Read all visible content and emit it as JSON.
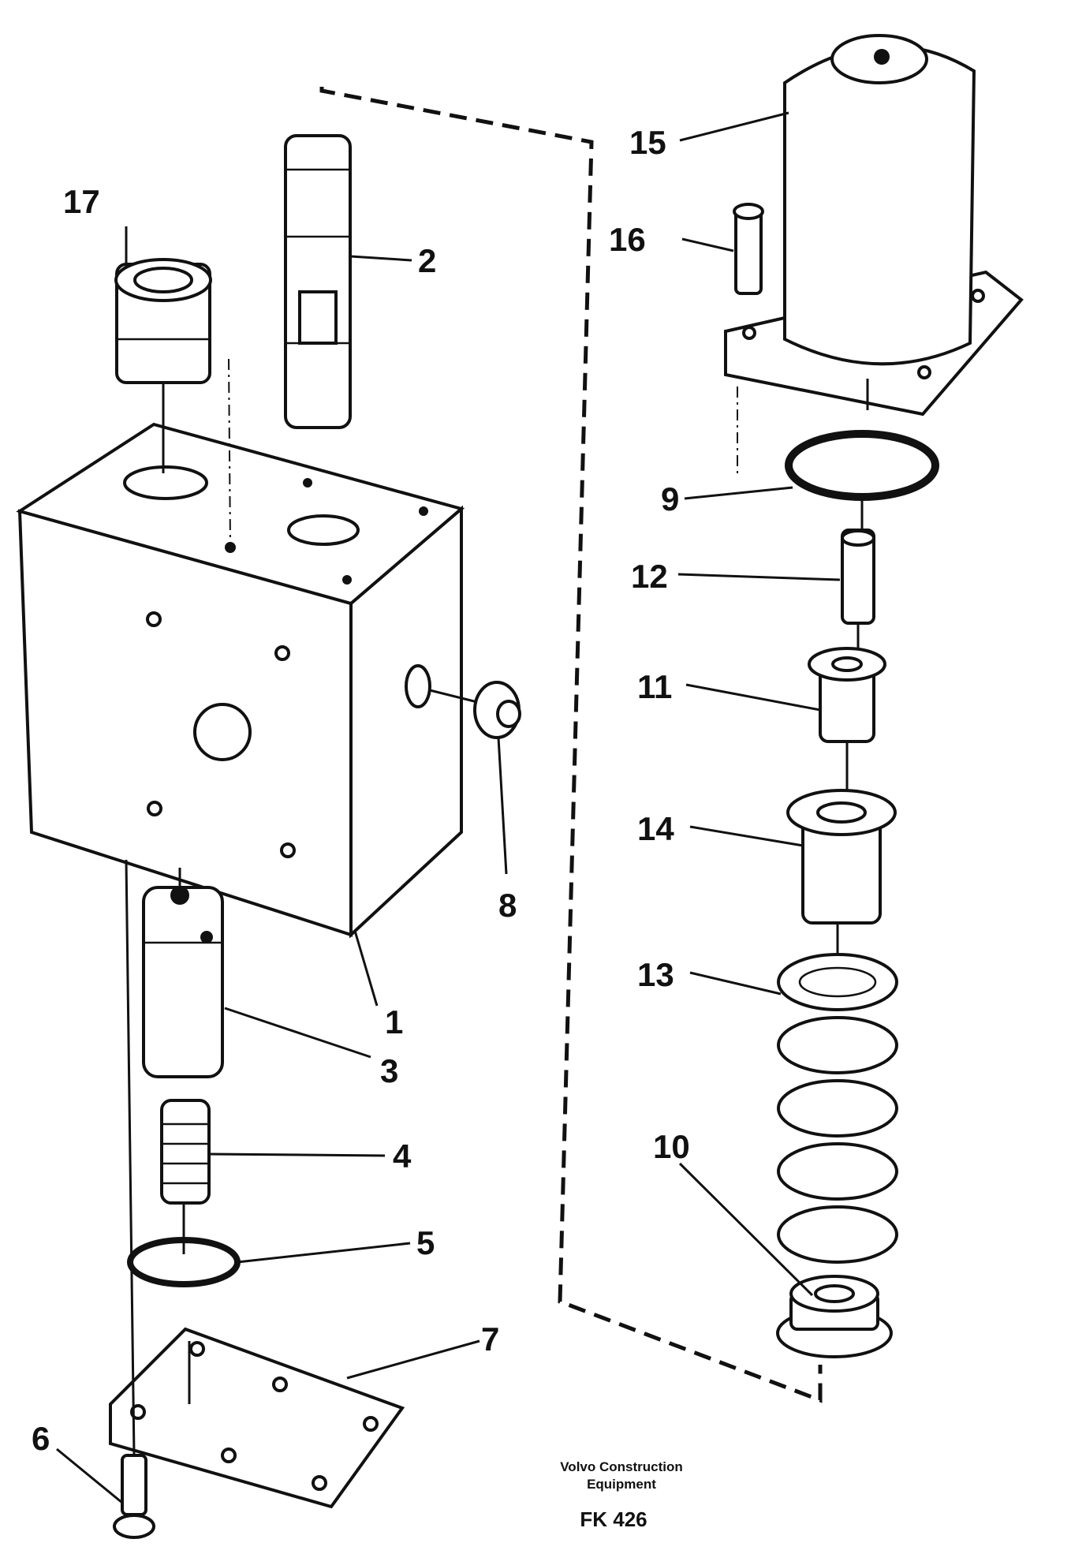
{
  "callouts": {
    "n1": "1",
    "n2": "2",
    "n3": "3",
    "n4": "4",
    "n5": "5",
    "n6": "6",
    "n7": "7",
    "n8": "8",
    "n9": "9",
    "n10": "10",
    "n11": "11",
    "n12": "12",
    "n13": "13",
    "n14": "14",
    "n15": "15",
    "n16": "16",
    "n17": "17"
  },
  "caption": {
    "line1": "Volvo Construction",
    "line2": "Equipment",
    "code": "FK 426"
  }
}
